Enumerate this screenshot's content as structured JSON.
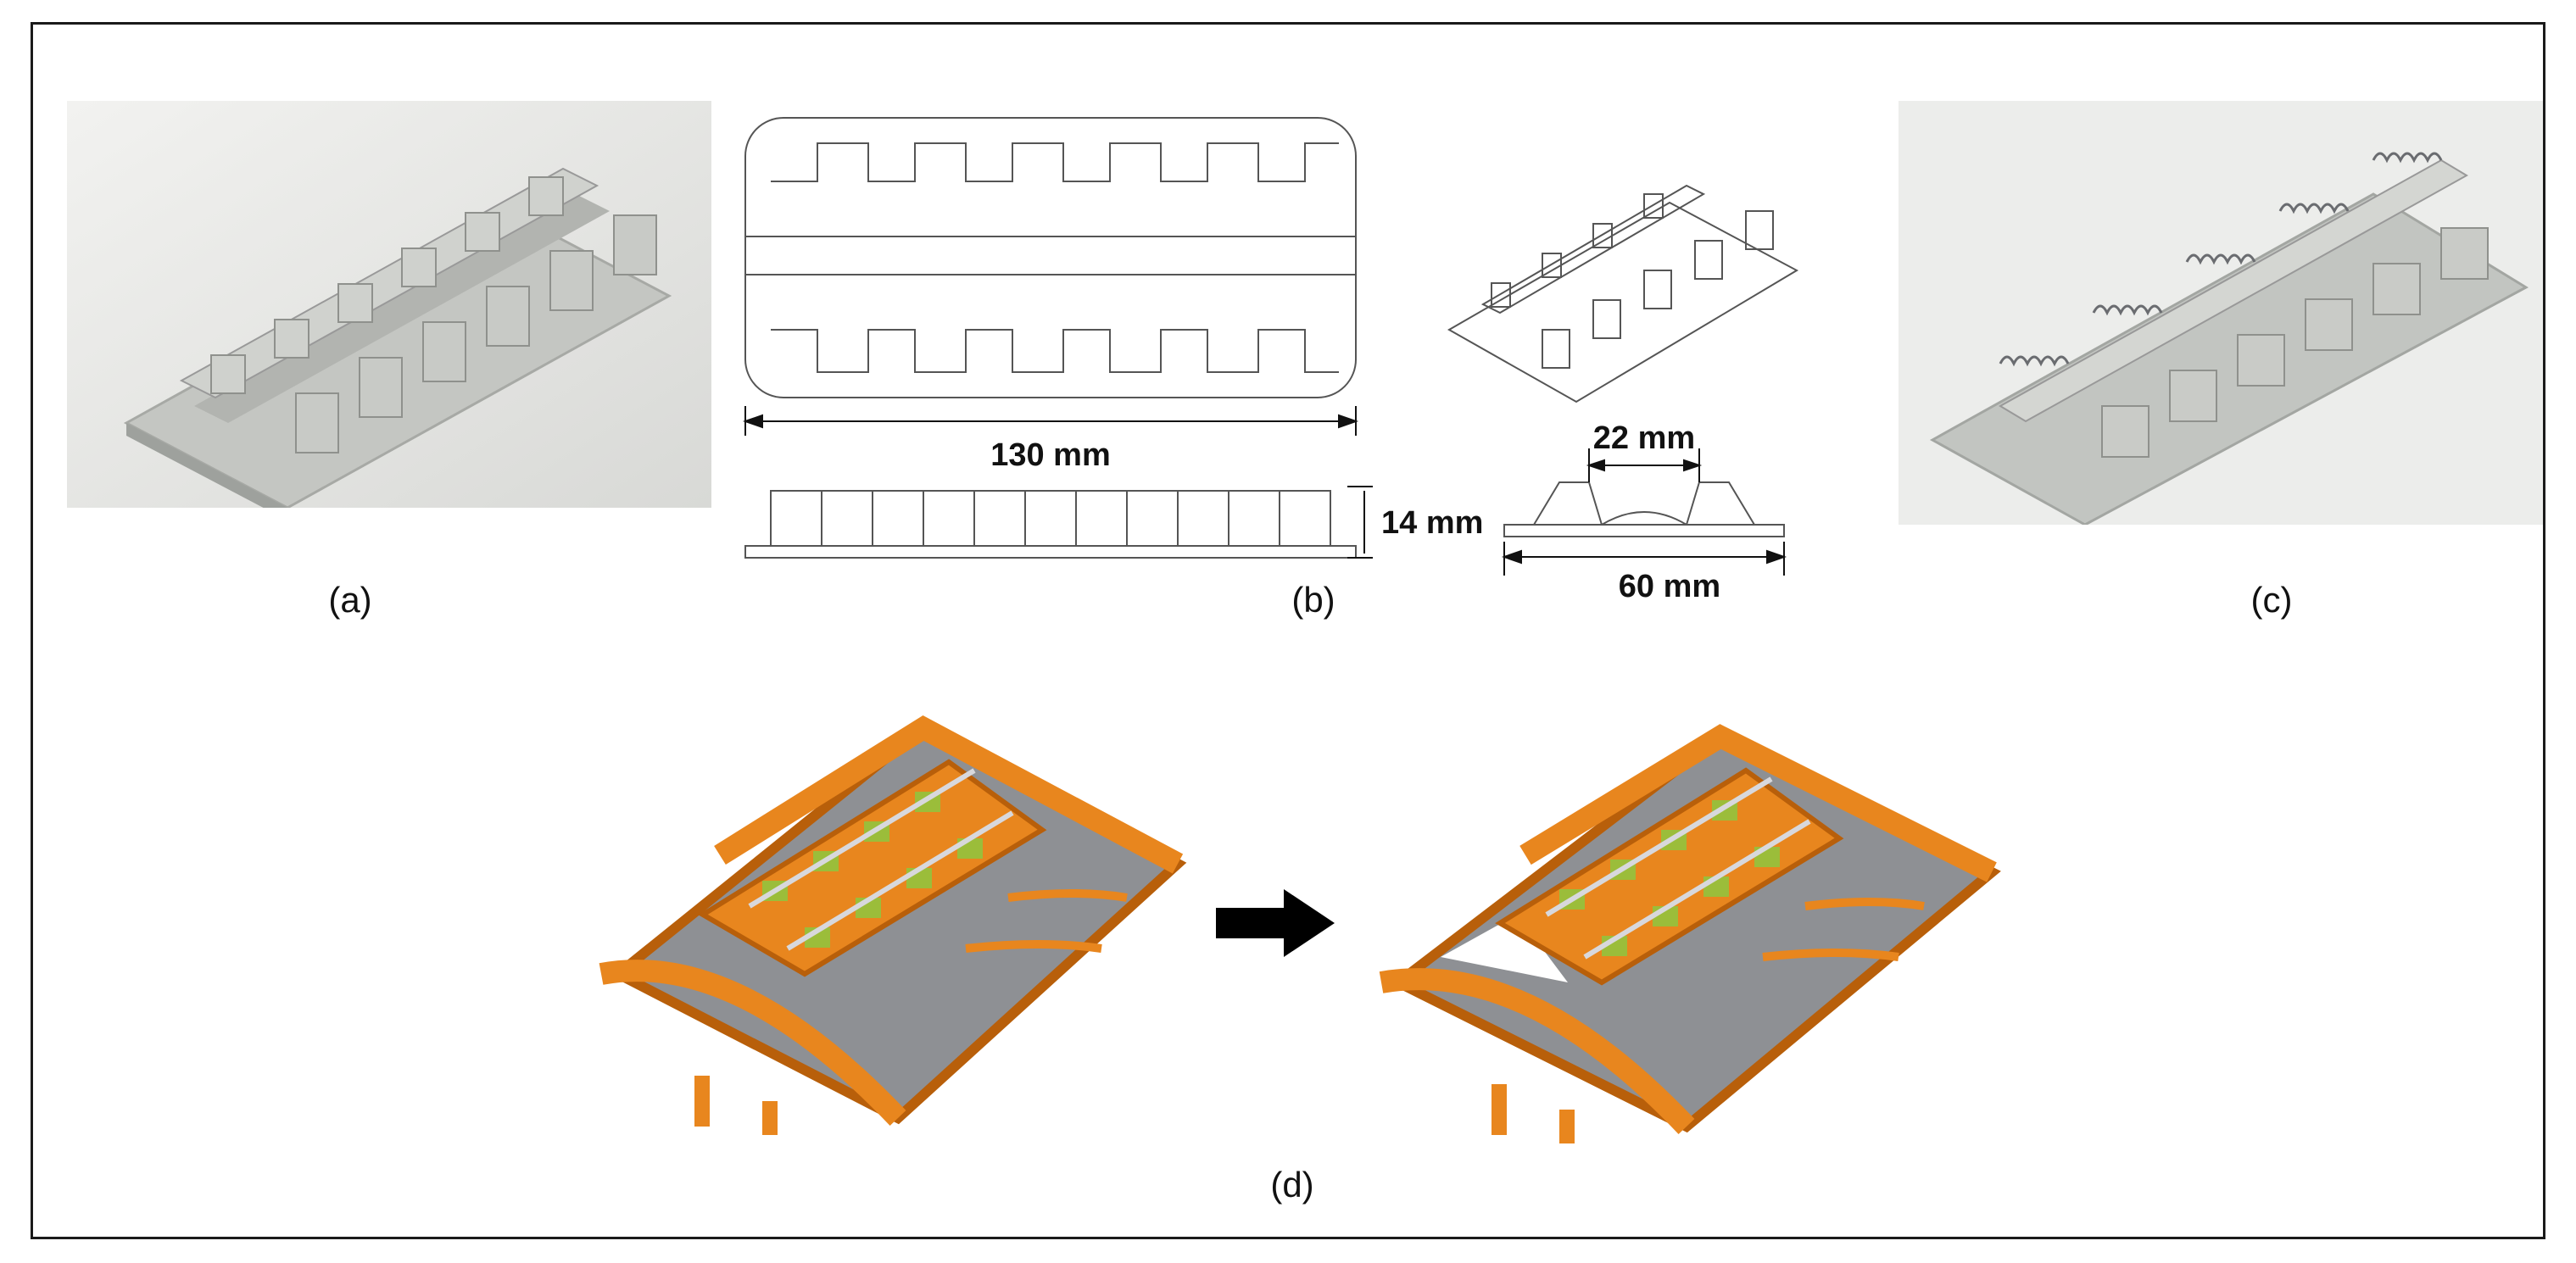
{
  "figure": {
    "panel_labels": {
      "a": "(a)",
      "b": "(b)",
      "c": "(c)",
      "d": "(d)"
    },
    "dimensions": {
      "length": "130 mm",
      "height": "14 mm",
      "gap": "22 mm",
      "width": "60 mm"
    },
    "colors": {
      "render_gray": "#c9ccc8",
      "shadow_gray": "#9ea19d",
      "drawing_line": "#555555",
      "orange": "#e8861e",
      "orange_dark": "#b85f0a",
      "green": "#9bbd3a",
      "steel": "#8f9298"
    },
    "icons": {
      "arrow": "right-arrow-icon"
    }
  }
}
